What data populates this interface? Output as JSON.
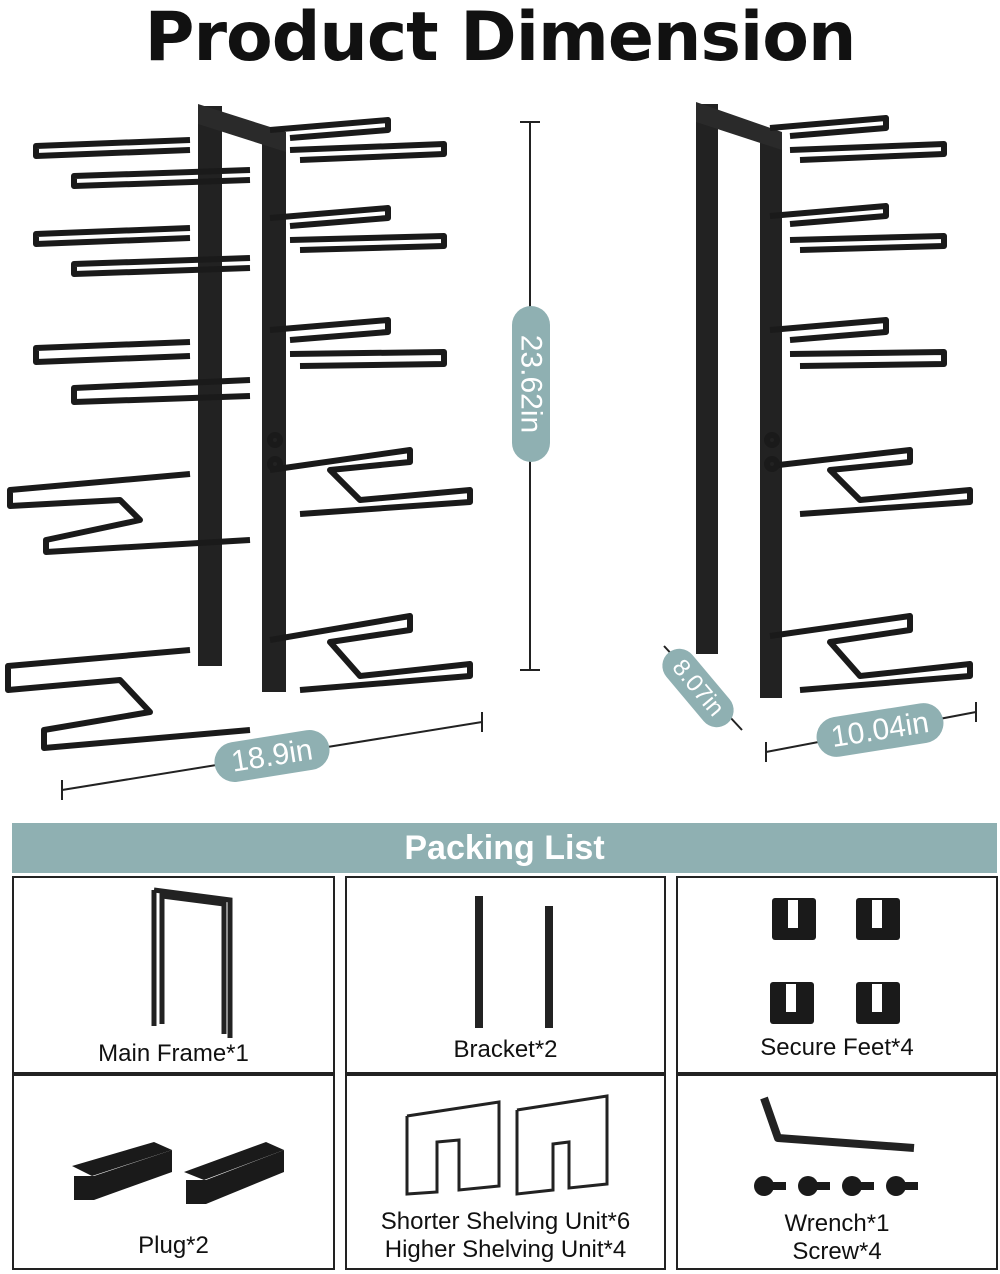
{
  "title": "Product Dimension",
  "dimensions": {
    "height": "23.62in",
    "width": "18.9in",
    "depth": "8.07in",
    "side_width": "10.04in",
    "badge_color": "#8fb0b2"
  },
  "packing_list": {
    "header": "Packing List",
    "items": [
      {
        "label": "Main Frame*1",
        "icon": "main-frame-icon"
      },
      {
        "label": "Bracket*2",
        "icon": "bracket-icon"
      },
      {
        "label": "Secure Feet*4",
        "icon": "secure-feet-icon"
      },
      {
        "label": "Plug*2",
        "icon": "plug-icon"
      },
      {
        "label_line1": "Shorter Shelving Unit*6",
        "label_line2": "Higher Shelving Unit*4",
        "icon": "shelving-unit-icon"
      },
      {
        "label_line1": "Wrench*1",
        "label_line2": "Screw*4",
        "icon": "wrench-screw-icon"
      }
    ]
  }
}
